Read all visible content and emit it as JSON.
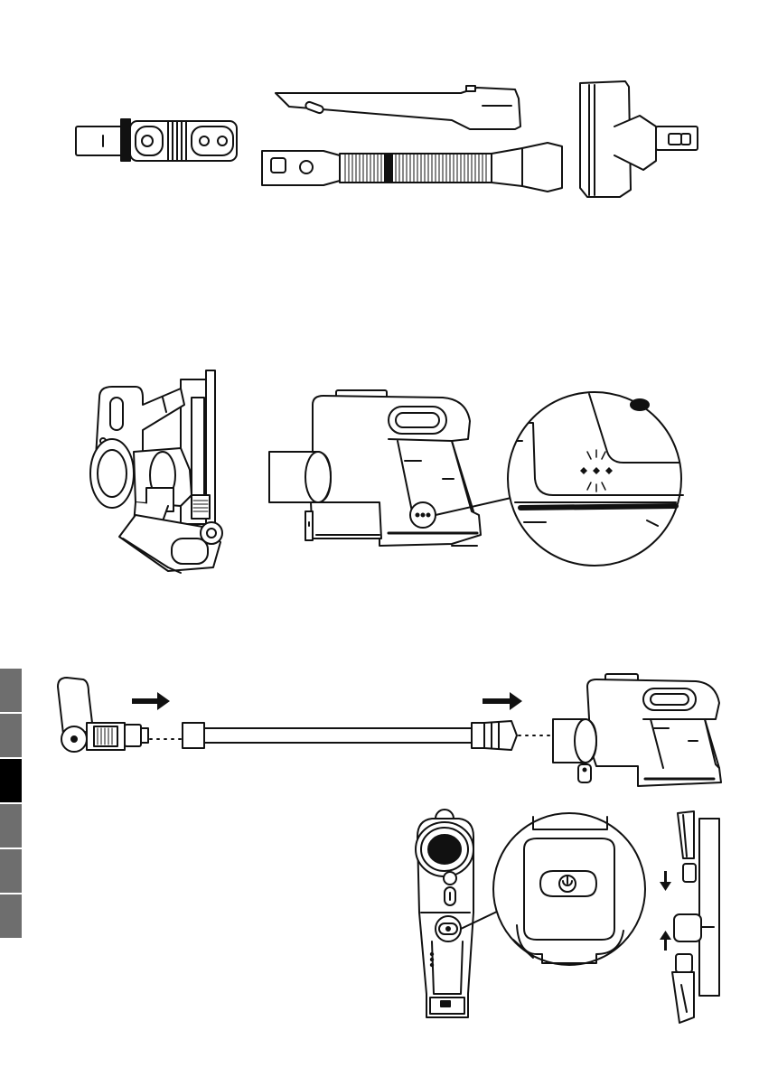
{
  "colors": {
    "line": "#111111",
    "fill": "#ffffff",
    "tab_inactive": "#6e6e6e",
    "tab_active": "#000000"
  },
  "tabs": [
    {
      "state": "inactive"
    },
    {
      "state": "inactive"
    },
    {
      "state": "active"
    },
    {
      "state": "inactive"
    },
    {
      "state": "inactive"
    },
    {
      "state": "inactive"
    }
  ],
  "icons": {
    "power_button": "power-icon",
    "arrow_right": "arrow-right-icon",
    "arrow_down": "arrow-down-icon",
    "arrow_up": "arrow-up-icon"
  }
}
